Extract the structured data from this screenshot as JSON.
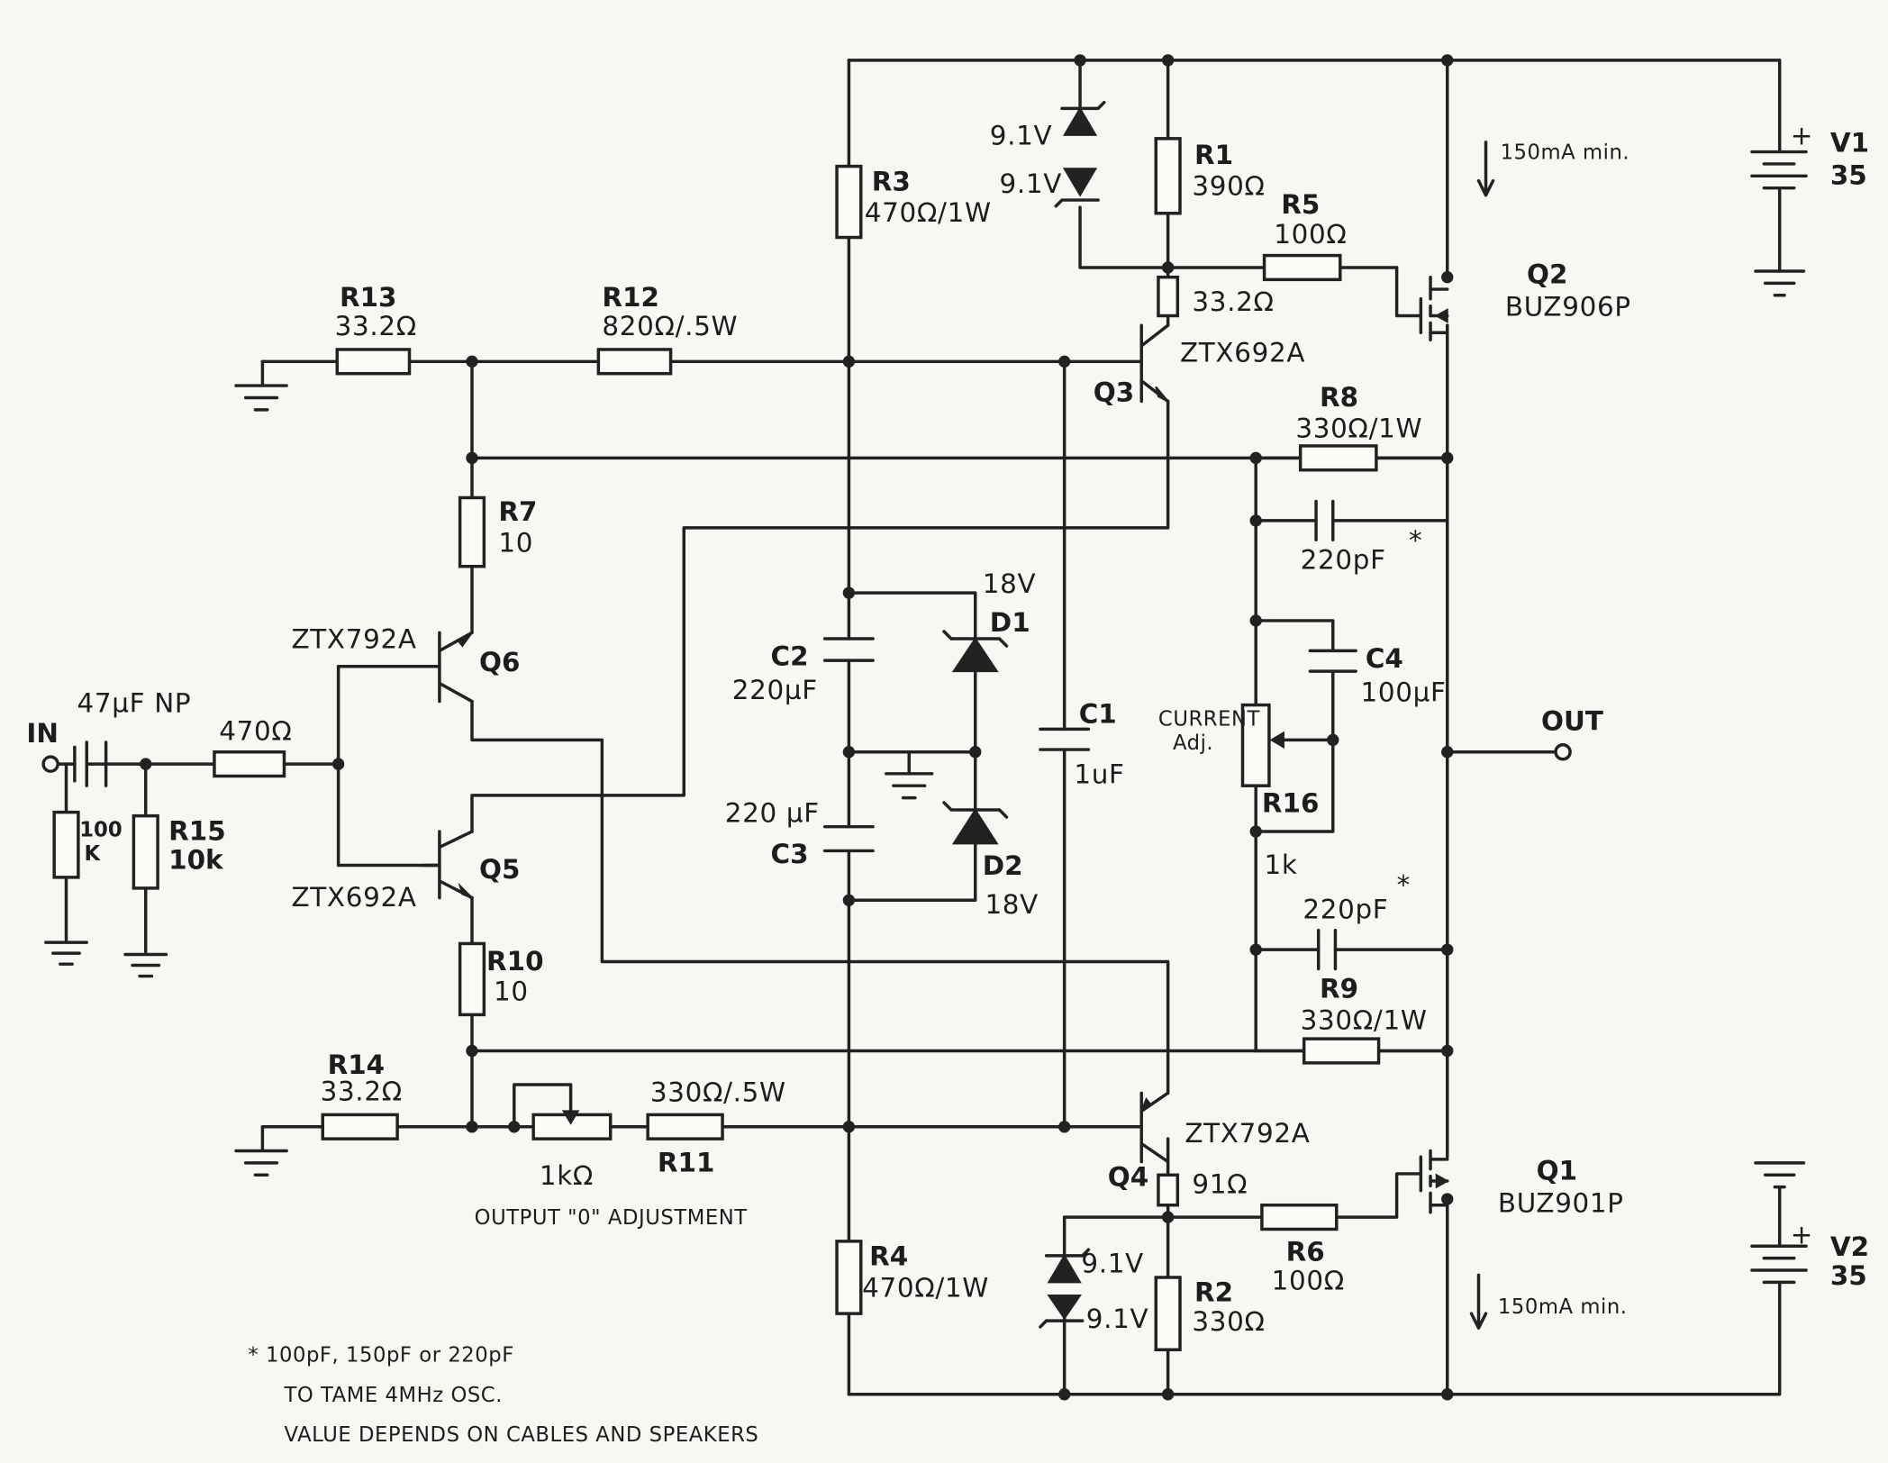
{
  "labels": {
    "IN": "IN",
    "OUT": "OUT",
    "cin": "47µF NP",
    "rin": "470Ω",
    "r100k_a": "100",
    "r100k_b": "K",
    "R15": "R15",
    "R15v": "10k",
    "R13": "R13",
    "R13v": "33.2Ω",
    "R12": "R12",
    "R12v": "820Ω/.5W",
    "R7": "R7",
    "R7v": "10",
    "Q6": "Q6",
    "Q6t": "ZTX792A",
    "Q5": "Q5",
    "Q5t": "ZTX692A",
    "R10": "R10",
    "R10v": "10",
    "R14": "R14",
    "R14v": "33.2Ω",
    "pot": "1kΩ",
    "R11": "R11",
    "R11v": "330Ω/.5W",
    "adjust": "OUTPUT \"0\" ADJUSTMENT",
    "R3": "R3",
    "R3v": "470Ω/1W",
    "R4": "R4",
    "R4v": "470Ω/1W",
    "C2": "C2",
    "C2v": "220µF",
    "C3": "C3",
    "C3v": "220 µF",
    "D1": "D1",
    "D1v": "18V",
    "D2": "D2",
    "D2v": "18V",
    "C1": "C1",
    "C1v": "1uF",
    "zt1": "9.1V",
    "zt2": "9.1V",
    "zb1": "9.1V",
    "zb2": "9.1V",
    "R1": "R1",
    "R1v": "390Ω",
    "R5": "R5",
    "R5v": "100Ω",
    "rq3": "33.2Ω",
    "Q3": "Q3",
    "Q3t": "ZTX692A",
    "Q2": "Q2",
    "Q2t": "BUZ906P",
    "Q1": "Q1",
    "Q1t": "BUZ901P",
    "Q4": "Q4",
    "Q4t": "ZTX792A",
    "rq4": "91Ω",
    "R6": "R6",
    "R6v": "100Ω",
    "R2": "R2",
    "R2v": "330Ω",
    "R8": "R8",
    "R8v": "330Ω/1W",
    "R9": "R9",
    "R9v": "330Ω/1W",
    "cf1": "220pF",
    "cf2": "220pF",
    "star": "*",
    "C4": "C4",
    "C4v": "100µF",
    "cur1": "CURRENT",
    "cur2": "Adj.",
    "R16": "R16",
    "R16v": "1k",
    "i_top": "150mA min.",
    "i_bot": "150mA min.",
    "V1": "V1",
    "V1v": "35",
    "V2": "V2",
    "V2v": "35",
    "plus": "+",
    "note1": "*  100pF, 150pF or 220pF",
    "note2": "TO TAME  4MHz OSC.",
    "note3": "VALUE DEPENDS ON CABLES AND SPEAKERS"
  }
}
